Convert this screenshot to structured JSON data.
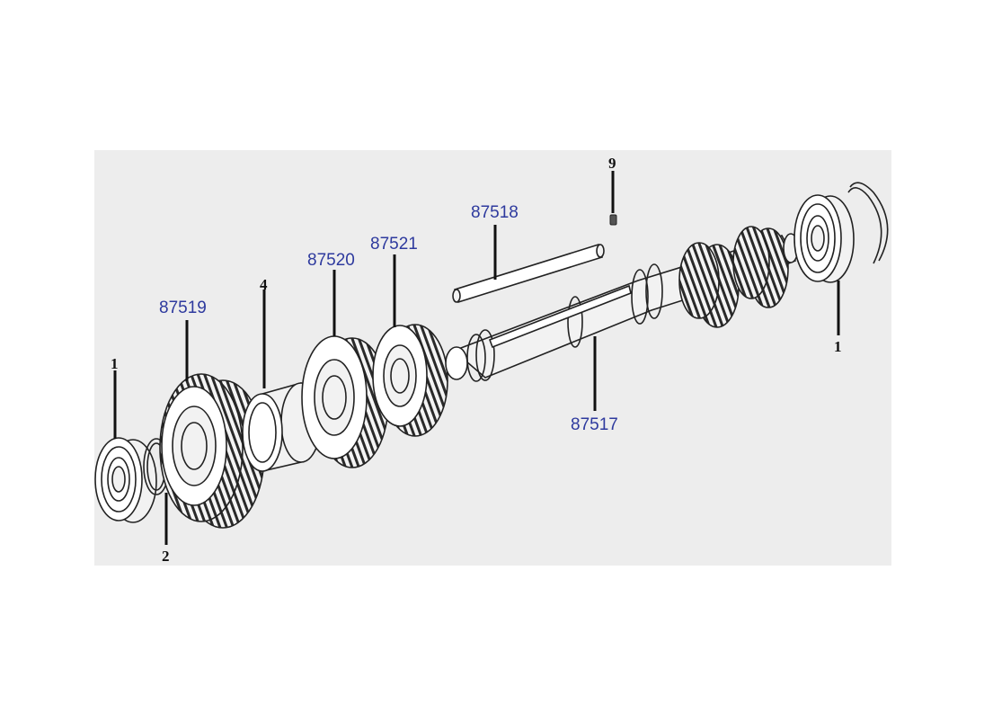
{
  "diagram": {
    "part_numbers": {
      "p87517": "87517",
      "p87518": "87518",
      "p87519": "87519",
      "p87520": "87520",
      "p87521": "87521"
    },
    "reference_numbers": {
      "r1_left": "1",
      "r1_right": "1",
      "r2": "2",
      "r4": "4",
      "r9": "9"
    },
    "colors": {
      "panel_background": "#ededed",
      "part_number_text": "#2e3a9e",
      "line_art": "#222222"
    }
  }
}
